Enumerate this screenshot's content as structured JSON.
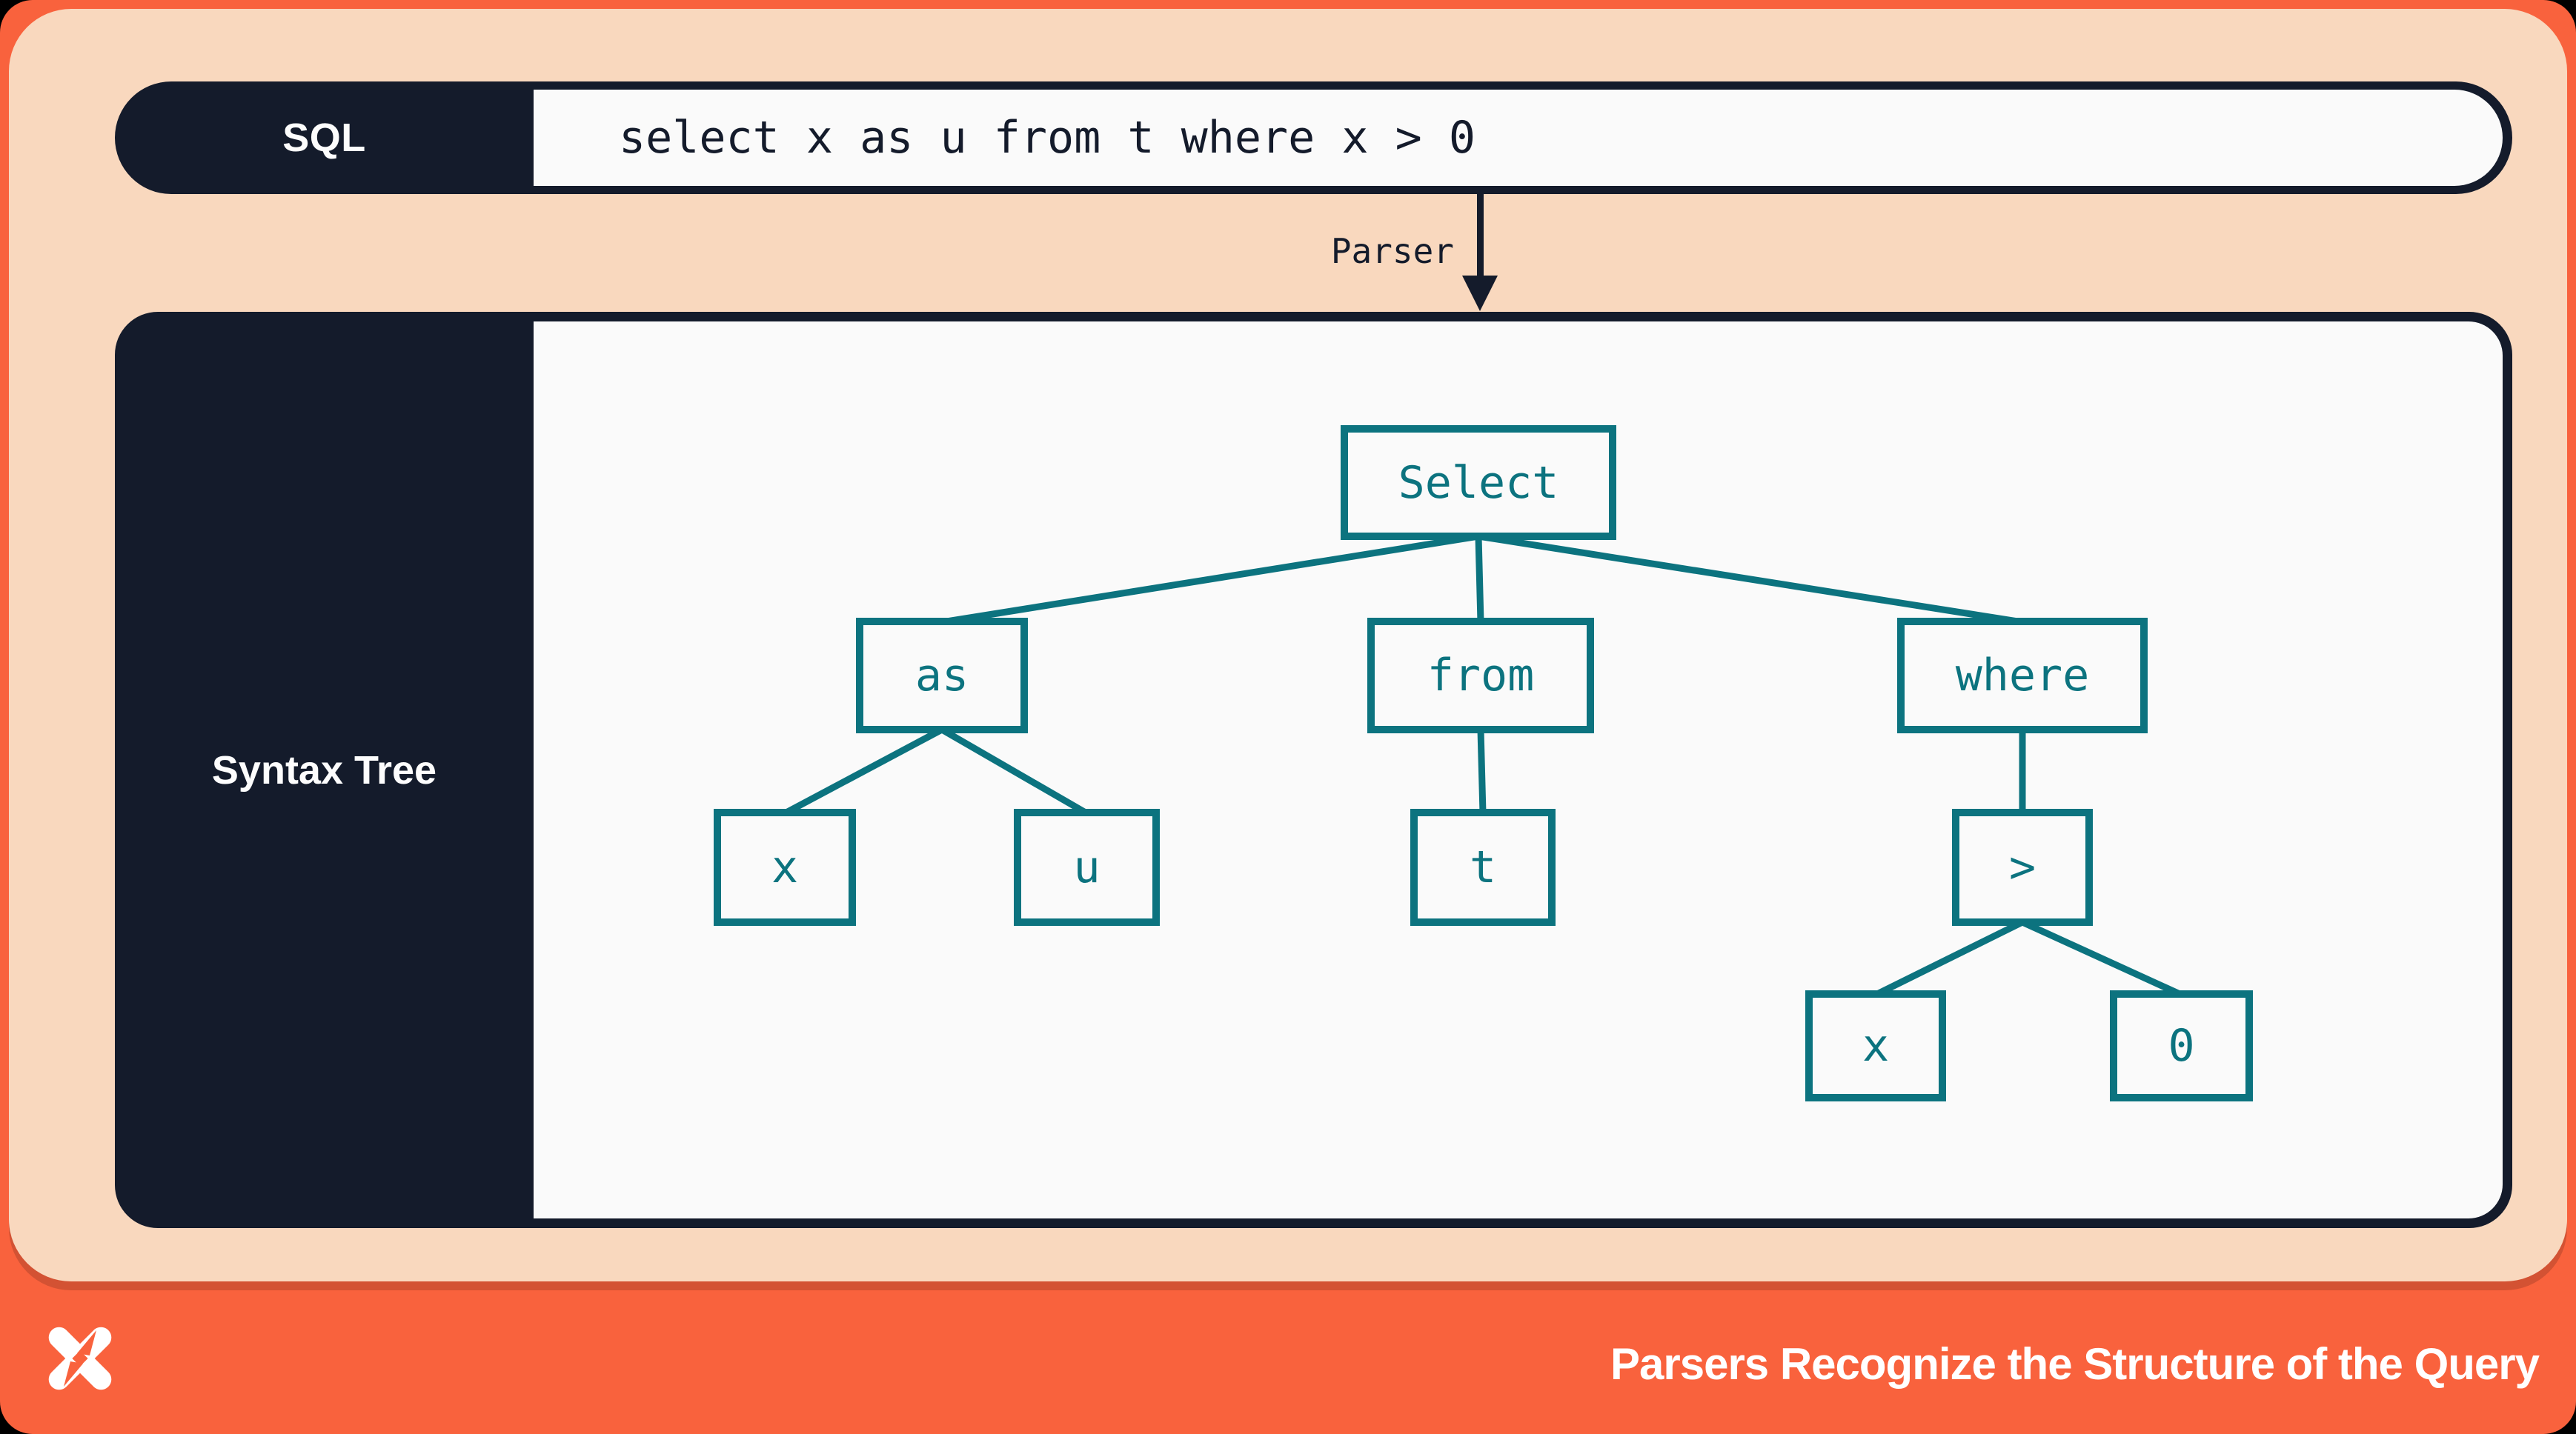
{
  "sql_bar": {
    "label": "SQL",
    "query": "select x as u from t where x > 0"
  },
  "parser": {
    "label": "Parser"
  },
  "syntax_tree": {
    "label": "Syntax Tree",
    "nodes": {
      "select": "Select",
      "as": "as",
      "from": "from",
      "where": "where",
      "x1": "x",
      "u": "u",
      "t": "t",
      "gt": ">",
      "x2": "x",
      "zero": "0"
    },
    "edges": [
      {
        "from": "select",
        "to": "as"
      },
      {
        "from": "select",
        "to": "from"
      },
      {
        "from": "select",
        "to": "where"
      },
      {
        "from": "as",
        "to": "x1"
      },
      {
        "from": "as",
        "to": "u"
      },
      {
        "from": "from",
        "to": "t"
      },
      {
        "from": "where",
        "to": "gt"
      },
      {
        "from": "gt",
        "to": "x2"
      },
      {
        "from": "gt",
        "to": "zero"
      }
    ]
  },
  "footer": {
    "caption": "Parsers Recognize the Structure of the Query",
    "logo": "pinwheel-x-logo"
  },
  "colors": {
    "navy": "#141b2b",
    "teal": "#0c737f",
    "orange": "#f9623d",
    "peach": "#f9d8be",
    "offwhite": "#fafafa"
  }
}
